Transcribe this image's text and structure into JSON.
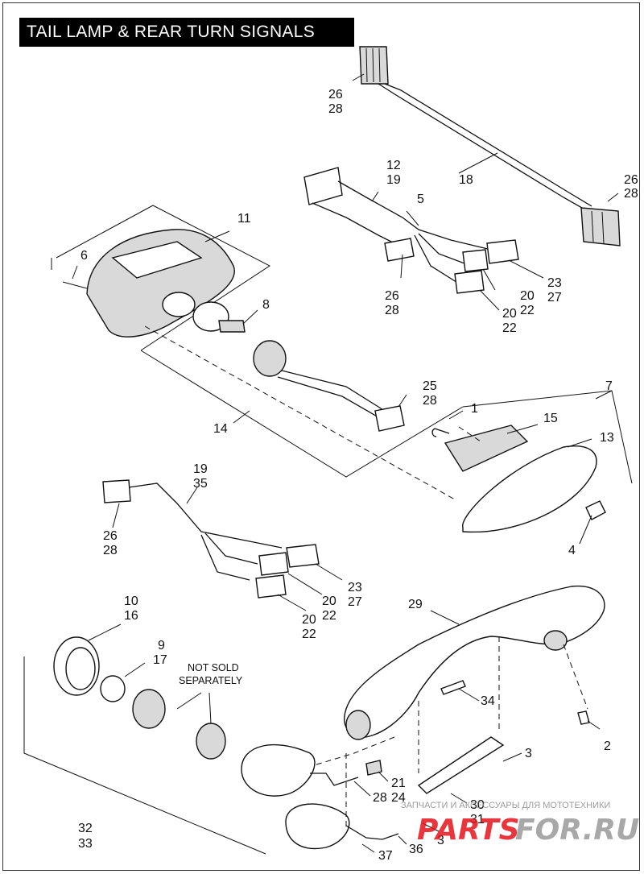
{
  "title": "TAIL LAMP & REAR TURN SIGNALS",
  "labels": {
    "l26_28_top_a": "26",
    "l26_28_top_b": "28",
    "l18": "18",
    "l26_28_right_a": "26",
    "l26_28_right_b": "28",
    "l12_19_a": "12",
    "l12_19_b": "19",
    "l5": "5",
    "l11": "11",
    "l6": "6",
    "l26_28_mid_a": "26",
    "l26_28_mid_b": "28",
    "l23_27_top_a": "23",
    "l23_27_top_b": "27",
    "l20_22_top_a": "20",
    "l20_22_top_b": "22",
    "l20_22_top2_a": "20",
    "l20_22_top2_b": "22",
    "l8": "8",
    "l25_28_a": "25",
    "l25_28_b": "28",
    "l14": "14",
    "l1": "1",
    "l7": "7",
    "l15": "15",
    "l13": "13",
    "l4": "4",
    "l19_35_a": "19",
    "l19_35_b": "35",
    "l26_28_left_a": "26",
    "l26_28_left_b": "28",
    "l23_27_mid_a": "23",
    "l23_27_mid_b": "27",
    "l20_22_mid_a": "20",
    "l20_22_mid_b": "22",
    "l20_22_mid2_a": "20",
    "l20_22_mid2_b": "22",
    "l10_16_a": "10",
    "l10_16_b": "16",
    "l9_17_a": "9",
    "l9_17_b": "17",
    "l29": "29",
    "l34": "34",
    "l2": "2",
    "l3_a": "3",
    "l21_24_a": "21",
    "l21_24_b": "24",
    "l28_low": "28",
    "l30_31_a": "30",
    "l30_31_b": "31",
    "l3_b": "3",
    "l32_33_a": "32",
    "l32_33_b": "33",
    "l36": "36",
    "l37": "37"
  },
  "note_lines": [
    "NOT SOLD",
    "SEPARATELY"
  ],
  "watermark": {
    "small": "ЗАПЧАСТИ И АКСЕССУАРЫ ДЛЯ МОТОТЕХНИКИ",
    "big_a": "PARTS",
    "big_b": "FOR.RU"
  },
  "colors": {
    "watermark_red": "#e4141b",
    "watermark_gray": "#8a8a8a",
    "title_bg": "#000000"
  }
}
